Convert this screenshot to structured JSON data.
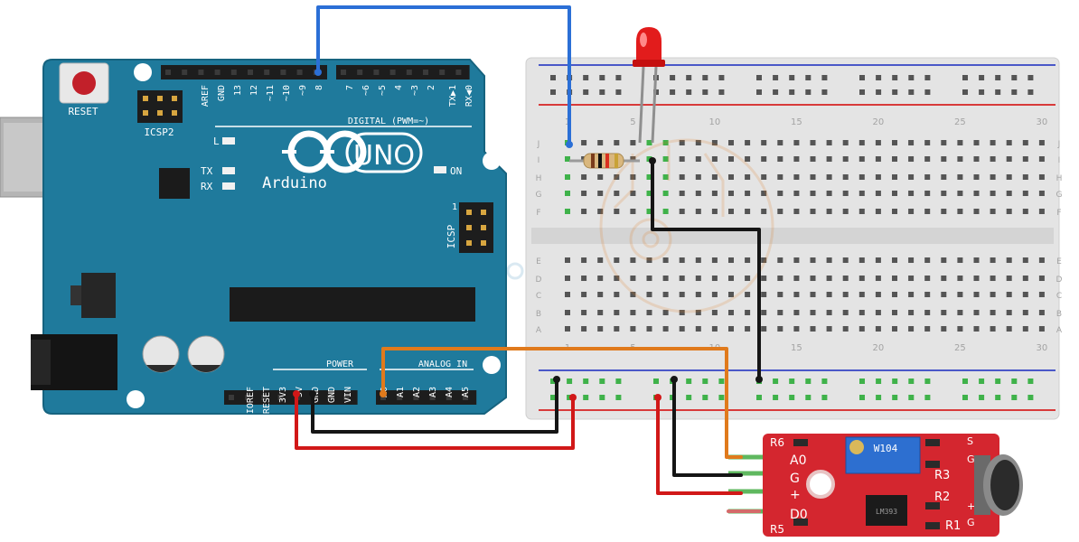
{
  "arduino": {
    "board_name": "UNO",
    "brand": "Arduino",
    "reset_label": "RESET",
    "icsp2_label": "ICSP2",
    "icsp_label": "ICSP",
    "digital_label": "DIGITAL (PWM=~)",
    "power_label": "POWER",
    "analog_label": "ANALOG IN",
    "led_l_label": "L",
    "tx_label": "TX",
    "rx_label": "RX",
    "on_label": "ON",
    "icsp_pin1_label": "1",
    "digital_pins": [
      "AREF",
      "GND",
      "13",
      "12",
      "~11",
      "~10",
      "~9",
      "8",
      "7",
      "~6",
      "~5",
      "4",
      "~3",
      "2",
      "TX▶1",
      "RX◀0"
    ],
    "power_pins": [
      "IOREF",
      "RESET",
      "3V3",
      "5V",
      "GND",
      "GND",
      "VIN"
    ],
    "analog_pins": [
      "A0",
      "A1",
      "A2",
      "A3",
      "A4",
      "A5"
    ],
    "colors": {
      "board": "#1f7a9c",
      "board_dark": "#16637f",
      "silk": "#ffffff"
    }
  },
  "breadboard": {
    "row_letters_top": [
      "J",
      "I",
      "H",
      "G",
      "F"
    ],
    "row_letters_bottom": [
      "E",
      "D",
      "C",
      "B",
      "A"
    ],
    "column_numbers": [
      "1",
      "5",
      "10",
      "15",
      "20",
      "25",
      "30"
    ],
    "colors": {
      "body": "#e4e4e4",
      "hole": "#555555",
      "rail_red": "#d83a3a",
      "rail_blue": "#4a58c8"
    }
  },
  "sensor": {
    "labels": [
      "R6",
      "A0",
      "G",
      "+",
      "D0",
      "R5",
      "R3",
      "R2",
      "R1",
      "S",
      "G",
      "+",
      "G"
    ],
    "pot_label": "W104",
    "chip_label": "LM393",
    "colors": {
      "board": "#d4262f",
      "pot": "#2d6fd0"
    }
  },
  "wires": {
    "colors": {
      "blue": "#2b6fd6",
      "orange": "#e07a1c",
      "black": "#151515",
      "red": "#d11818"
    }
  }
}
